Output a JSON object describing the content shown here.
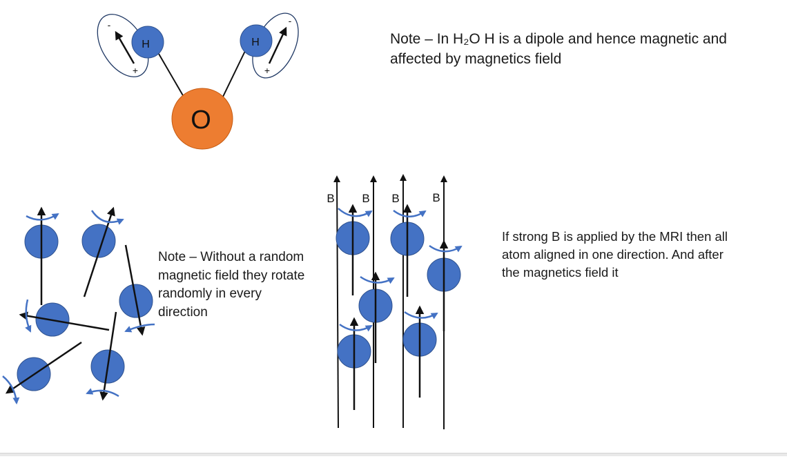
{
  "molecule": {
    "hydrogen_label": "H",
    "oxygen_label": "O",
    "minus_sign": "-",
    "plus_sign": "+"
  },
  "notes": {
    "water_dipole": "Note – In H₂O H is a dipole and hence magnetic and affected by magnetics field",
    "random": "Note – Without a random magnetic field they rotate randomly in every direction",
    "aligned": "If strong B is applied by the MRI then all atom aligned in one direction. And after the magnetics field it"
  },
  "field_label": "B",
  "colors": {
    "atom_blue": "#4472c4",
    "oxygen_orange": "#ed7d31",
    "arrow_black": "#111111",
    "ellipse_navy": "#1f3864"
  }
}
